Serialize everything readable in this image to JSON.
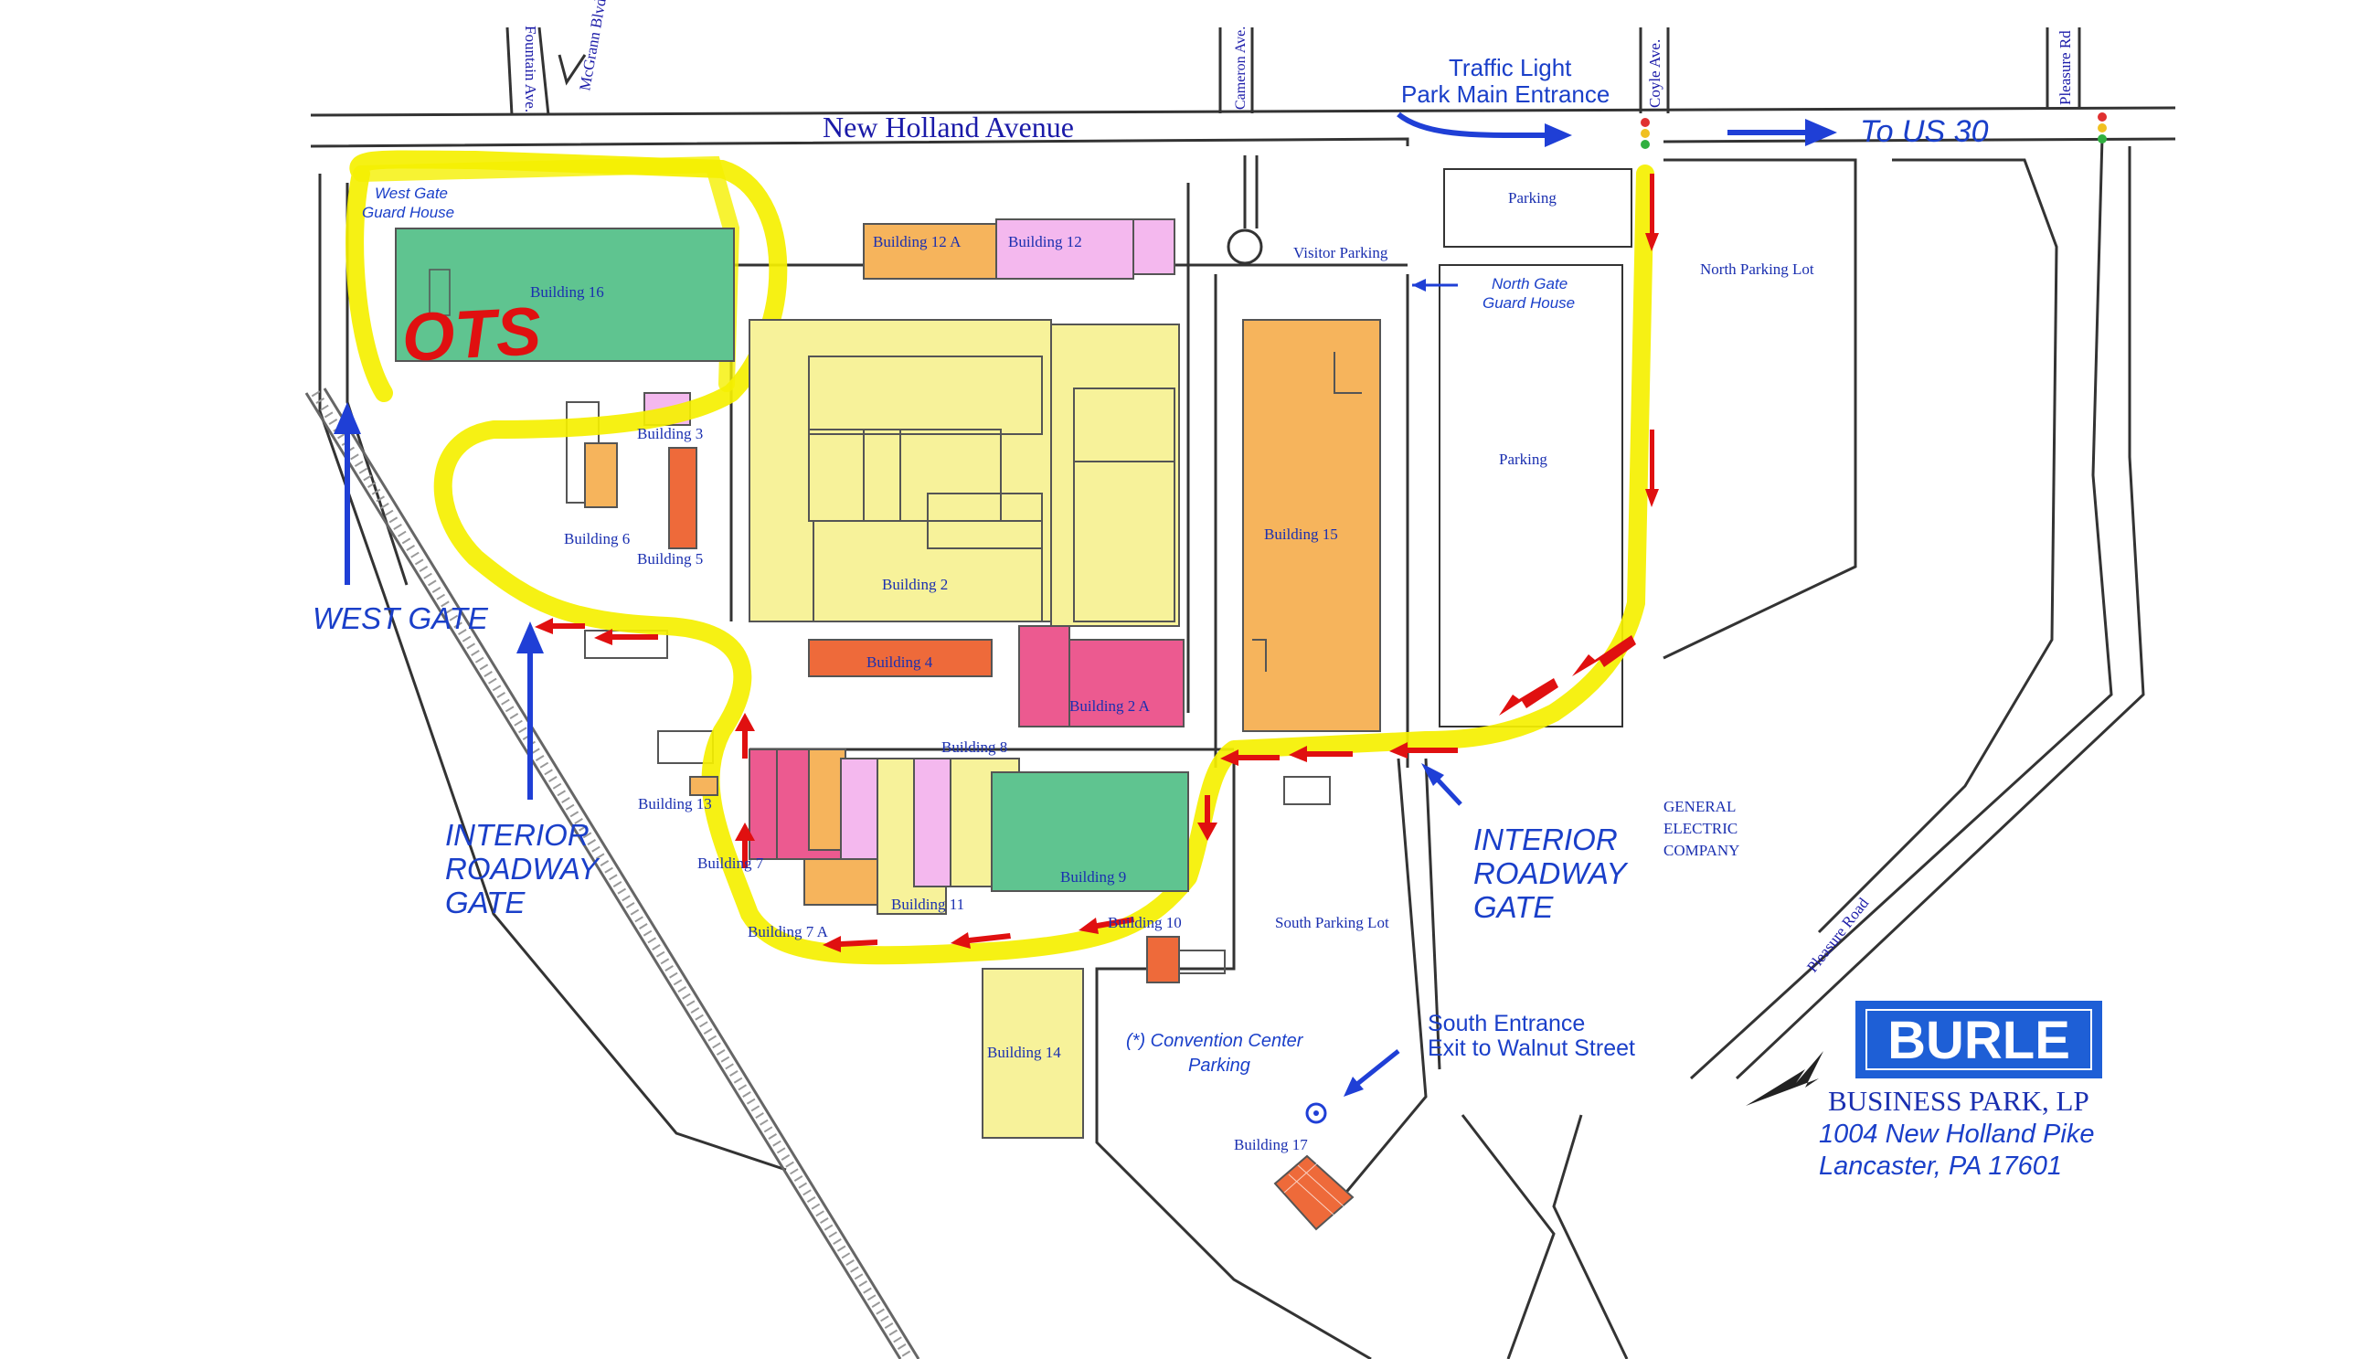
{
  "streets": {
    "new_holland": "New Holland Avenue",
    "fountain": "Fountain Ave.",
    "mcgrann": "McGrann Blvd",
    "cameron": "Cameron Ave.",
    "coyle": "Coyle Ave.",
    "pleasure_rd": "Pleasure Rd",
    "pleasure_road": "Pleasure Road"
  },
  "directions": {
    "traffic_light": "Traffic Light",
    "main_entrance": "Park Main Entrance",
    "to_us30": "To US 30",
    "south_entrance": "South Entrance",
    "exit_walnut": "Exit to Walnut Street"
  },
  "gates": {
    "west_gate": "WEST GATE",
    "interior_left": [
      "INTERIOR",
      "ROADWAY",
      "GATE"
    ],
    "interior_right": [
      "INTERIOR",
      "ROADWAY",
      "GATE"
    ]
  },
  "guard_houses": {
    "west": [
      "West Gate",
      "Guard House"
    ],
    "north": [
      "North Gate",
      "Guard House"
    ]
  },
  "lots": {
    "visitor": "Visitor Parking",
    "parking_top": "Parking",
    "parking_mid": "Parking",
    "north_lot": "North Parking Lot",
    "south_lot": "South Parking Lot",
    "convention": [
      "(*) Convention Center",
      "Parking"
    ]
  },
  "buildings": {
    "b16": "Building 16",
    "b12a": "Building 12 A",
    "b12": "Building 12",
    "b3": "Building 3",
    "b6": "Building 6",
    "b5": "Building 5",
    "b2": "Building 2",
    "b15": "Building 15",
    "b4": "Building 4",
    "b2a": "Building 2 A",
    "b8": "Building 8",
    "b13": "Building 13",
    "b7": "Building 7",
    "b7a": "Building 7 A",
    "b11": "Building 11",
    "b9": "Building 9",
    "b10": "Building 10",
    "b14": "Building 14",
    "b17": "Building 17"
  },
  "ots_mark": "OTS",
  "neighbor": [
    "GENERAL",
    "ELECTRIC",
    "COMPANY"
  ],
  "brand": {
    "logo": "BURLE",
    "name": "BUSINESS PARK, LP",
    "address1": "1004 New Holland Pike",
    "address2": "Lancaster, PA 17601"
  },
  "colors": {
    "route_highlight": "#f5f000",
    "route_arrow": "#e01010",
    "direction_arrow": "#1f3fd6",
    "logo_blue": "#1e5fd6",
    "bldg_green": "#5fc490",
    "bldg_yellow": "#f7f29a",
    "bldg_orange": "#f6b45c",
    "bldg_red": "#ee6a3a",
    "bldg_pink": "#ec5a90",
    "bldg_lightpink": "#f4b8ee"
  },
  "icons": [
    "traffic-light-icon",
    "compass-icon",
    "direction-arrow-icon",
    "route-arrow-icon"
  ]
}
